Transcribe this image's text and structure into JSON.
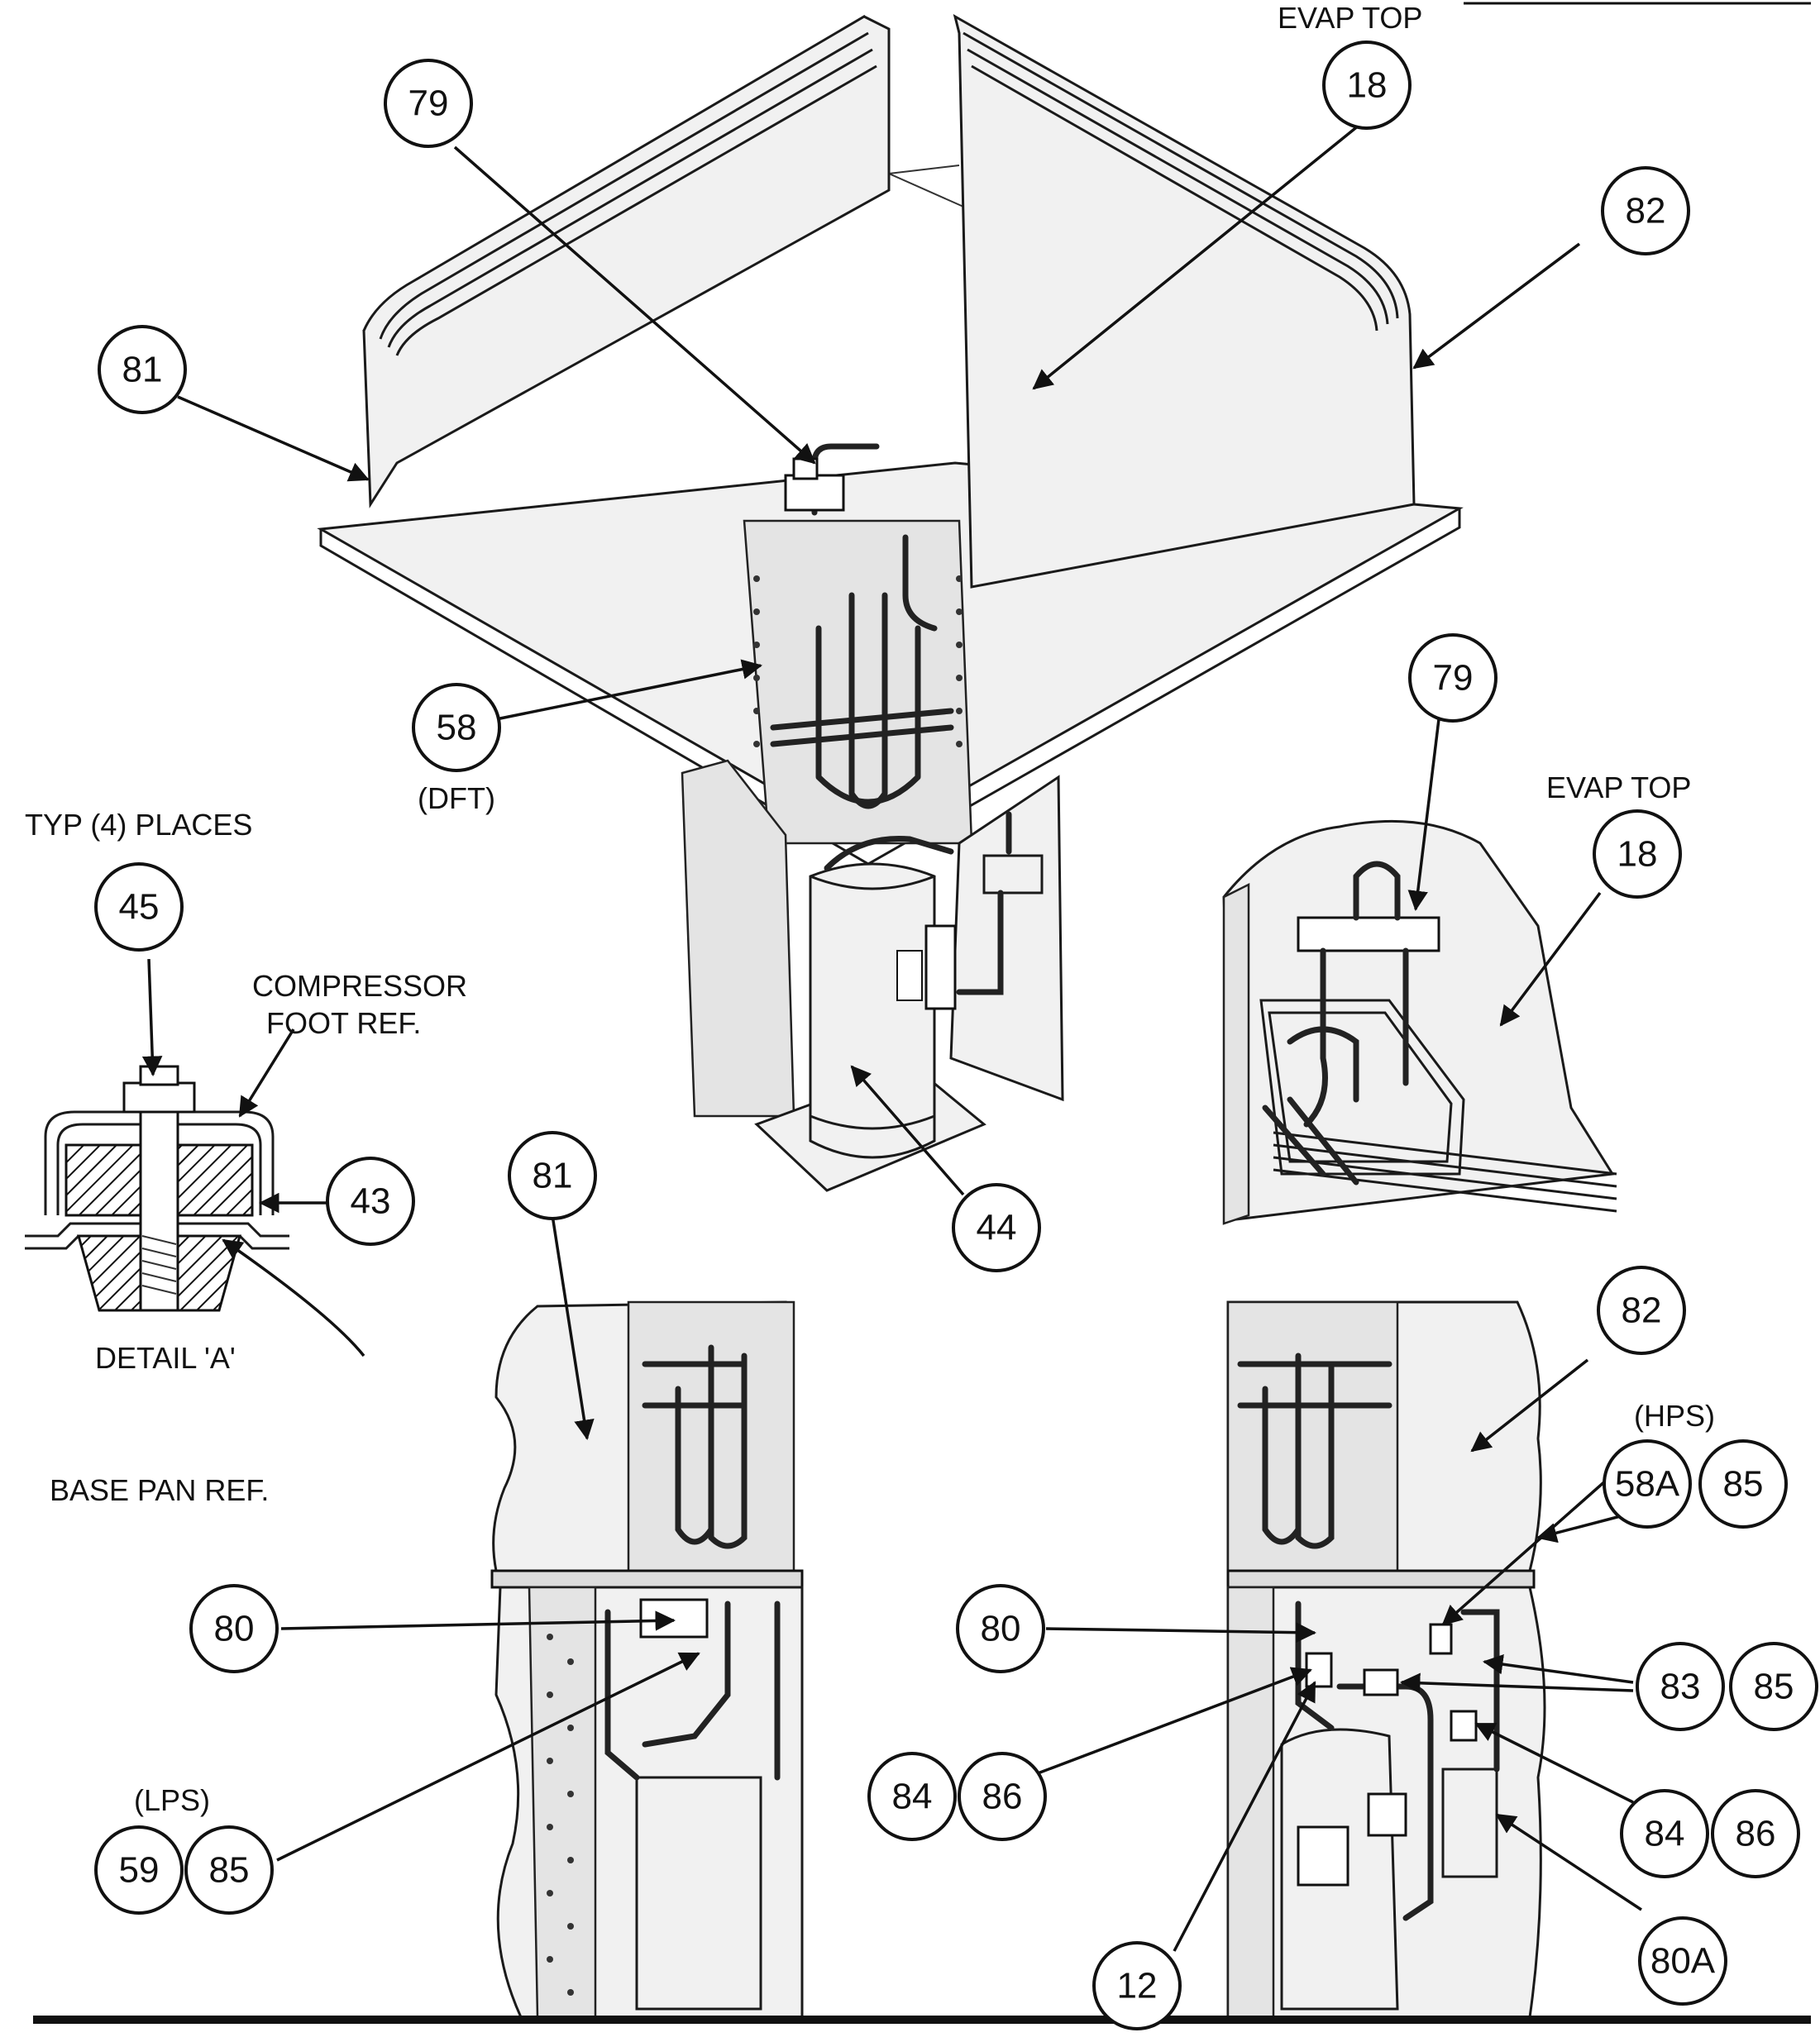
{
  "labels": {
    "evap_top_top": "EVAP TOP",
    "evap_top_side": "EVAP TOP",
    "dft": "(DFT)",
    "typ_places": "TYP (4) PLACES",
    "compressor_foot_ref_1": "COMPRESSOR",
    "compressor_foot_ref_2": "FOOT REF.",
    "detail_a": "DETAIL 'A'",
    "base_pan_ref": "BASE PAN REF.",
    "hps": "(HPS)",
    "lps": "(LPS)"
  },
  "callouts": {
    "c79_top": "79",
    "c18_top": "18",
    "c82_top": "82",
    "c81_top": "81",
    "c58": "58",
    "c79_side": "79",
    "c18_side": "18",
    "c45": "45",
    "c43": "43",
    "c44": "44",
    "c81_lower": "81",
    "c82_lower": "82",
    "c58a": "58A",
    "c85_hps": "85",
    "c80_left": "80",
    "c80_right": "80",
    "c83": "83",
    "c85_mid": "85",
    "c84_left": "84",
    "c86_left": "86",
    "c84_right": "84",
    "c86_right": "86",
    "c59": "59",
    "c85_lps": "85",
    "c12": "12",
    "c80a": "80A"
  }
}
